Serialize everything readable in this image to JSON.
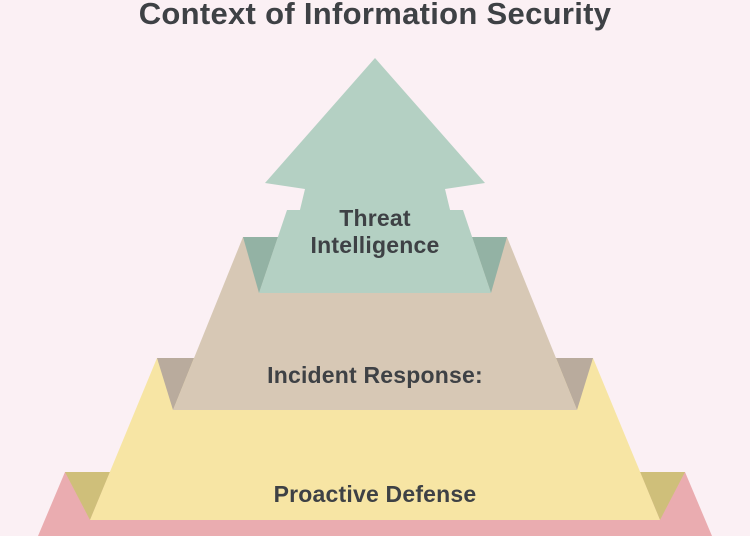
{
  "title": {
    "text": "Context of Information Security"
  },
  "pyramid": {
    "description": "Layered pyramid infographic with an upward arrow as the top tier",
    "tiers": [
      {
        "id": "threat-intelligence",
        "shape": "up-arrow",
        "label_lines": {
          "0": "Threat",
          "1": "Intelligence"
        },
        "color": "#b4d0c3",
        "shade_color": "#93b2a4"
      },
      {
        "id": "incident-response",
        "shape": "trapezoid",
        "label_lines": {
          "0": "Incident Response:"
        },
        "color": "#d7c8b5",
        "shade_color": "#b9ab9d"
      },
      {
        "id": "proactive-defense",
        "shape": "trapezoid",
        "label_lines": {
          "0": "Proactive Defense"
        },
        "color": "#f7e5a4",
        "shade_color": "#cfbf7a"
      },
      {
        "id": "base-tier",
        "shape": "trapezoid",
        "label_lines": {},
        "color": "#eaacb0",
        "shade_color": "#eaacb0"
      }
    ]
  },
  "colors": {
    "background": "#fbf0f4",
    "text": "#3e4145"
  }
}
